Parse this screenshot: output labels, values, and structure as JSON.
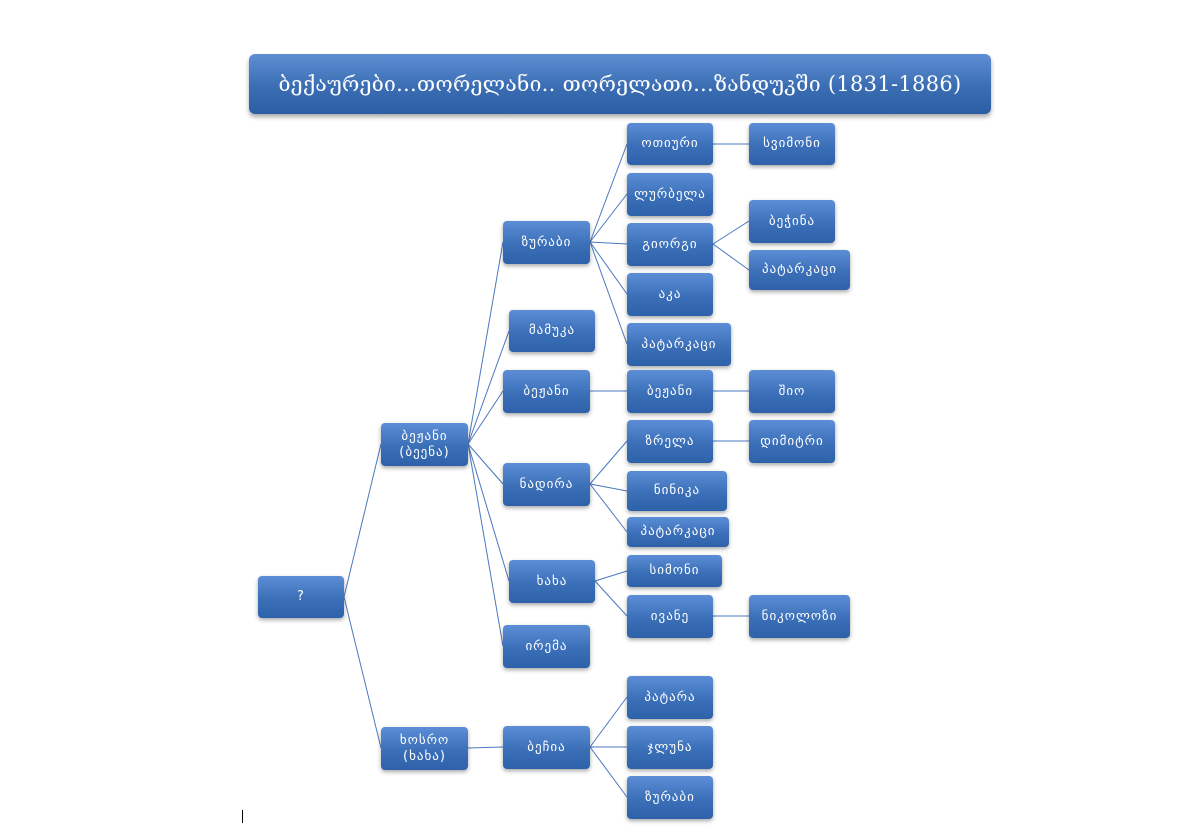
{
  "title": "ბექაურები...თორელანი.. თორელათი...ზანდუკში (1831-1886)",
  "nodes": {
    "root": "?",
    "bezhani_bebna": "ბეჟანი\n(ბეენა)",
    "khosro": "ხოსრო\n(ხახა)",
    "zurabi": "ზურაბი",
    "mamuka": "მამუკა",
    "bezhani2": "ბეჟანი",
    "nadira": "ნადირა",
    "khakha": "ხახა",
    "irema": "ირემა",
    "bechia": "ბეჩია",
    "otiuri": "ოთიური",
    "lurbela": "ლურბელა",
    "giorgi": "გიორგი",
    "aka": "აკა",
    "patarkatsi1": "პატარკაცი",
    "bezhani3": "ბეჟანი",
    "zrela": "ზრელა",
    "ninika": "ნინიკა",
    "patarkatsi2": "პატარკაცი",
    "simoni": "სიმონი",
    "ivane": "ივანე",
    "patara": "პატარა",
    "jluna": "ჯლუნა",
    "zurabi2": "ზურაბი",
    "svimoni": "სვიმონი",
    "bechina": "ბეჭინა",
    "patarkatsi3": "პატარკაცი",
    "shio": "შიო",
    "dimitri": "დიმიტრი",
    "nikolozi": "ნიკოლოზი"
  }
}
